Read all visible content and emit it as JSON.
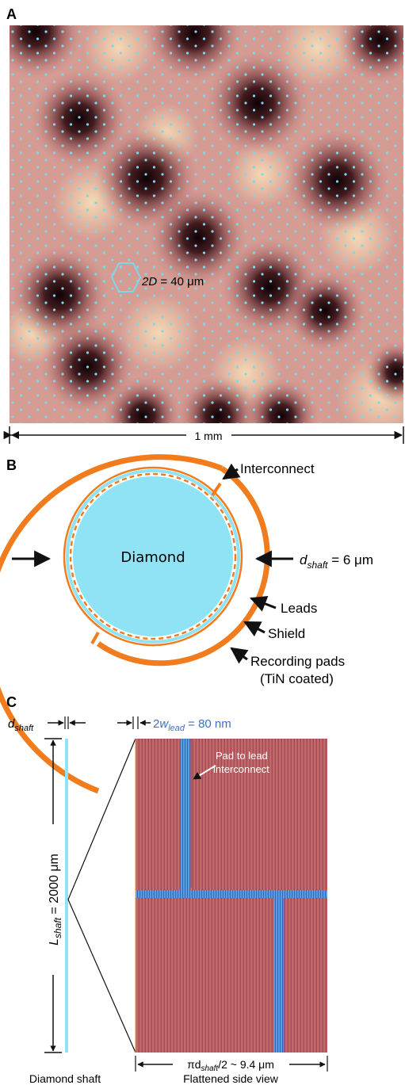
{
  "panel_a": {
    "letter": "A",
    "spacing_var": "2D",
    "spacing_value": " = 40 μm",
    "scale_label": "1 mm"
  },
  "panel_b": {
    "letter": "B",
    "core_label": "Diamond",
    "interconnect_label": "Interconnect",
    "leads_label": "Leads",
    "shield_label": "Shield",
    "pads_label": "Recording pads",
    "pads_sublabel": "(TiN coated)",
    "dshaft_var": "d",
    "dshaft_sub": "shaft",
    "dshaft_value": " = 6 μm"
  },
  "panel_c": {
    "letter": "C",
    "dshaft_var": "d",
    "dshaft_sub": "shaft",
    "lshaft_var": "L",
    "lshaft_sub": "shaft",
    "lshaft_value": " = 2000 μm",
    "wlead_prefix": "2",
    "wlead_var": "w",
    "wlead_sub": "lead",
    "wlead_value": " = 80 nm",
    "interconnect_line1": "Pad to lead",
    "interconnect_line2": "interconnect",
    "width_prefix": "πd",
    "width_sub": "shaft",
    "width_suffix": "/2 ~ 9.4 μm",
    "caption_left": "Diamond shaft",
    "caption_right": "Flattened side view"
  },
  "colors": {
    "diamond": "#8fe3f5",
    "pad_orange": "#f07c1e",
    "lead_blue": "#3f7fd1",
    "stripe_red": "#c0676a",
    "dot_cyan": "#7fd6ea"
  }
}
